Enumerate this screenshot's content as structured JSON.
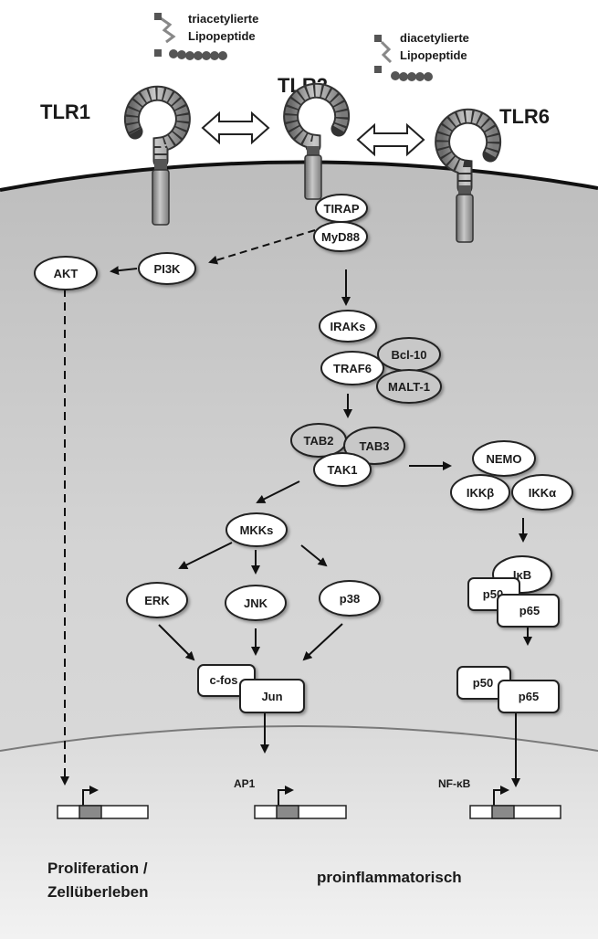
{
  "ligands": {
    "triacyl_line1": "triacetylierte",
    "triacyl_line2": "Lipopeptide",
    "diacyl_line1": "diacetylierte",
    "diacyl_line2": "Lipopeptide"
  },
  "receptors": {
    "tlr1": "TLR1",
    "tlr2": "TLR2",
    "tlr6": "TLR6"
  },
  "nodes": {
    "tirap": "TIRAP",
    "myd88": "MyD88",
    "pi3k": "PI3K",
    "akt": "AKT",
    "iraks": "IRAKs",
    "traf6": "TRAF6",
    "bcl10": "Bcl-10",
    "malt1": "MALT-1",
    "tab2": "TAB2",
    "tab3": "TAB3",
    "tak1": "TAK1",
    "nemo": "NEMO",
    "ikkb": "IKKβ",
    "ikka": "IKKα",
    "mkks": "MKKs",
    "erk": "ERK",
    "jnk": "JNK",
    "p38": "p38",
    "cfos": "c-fos",
    "jun": "Jun",
    "ikb": "IκB",
    "p50_a": "p50",
    "p65_a": "p65",
    "p50_b": "p50",
    "p65_b": "p65"
  },
  "transcription_factors": {
    "ap1": "AP1",
    "nfkb": "NF-κB"
  },
  "outcomes": {
    "left_line1": "Proliferation /",
    "left_line2": "Zellüberleben",
    "right": "proinflammatorisch"
  },
  "colors": {
    "cytoplasm": "#d2d2d2",
    "nucleus": "#e6e6e6",
    "membrane": "#111111",
    "node_fill": "#ffffff",
    "grey_node_fill": "#c8c8c8",
    "gene_promoter": "#8a8a8a"
  }
}
